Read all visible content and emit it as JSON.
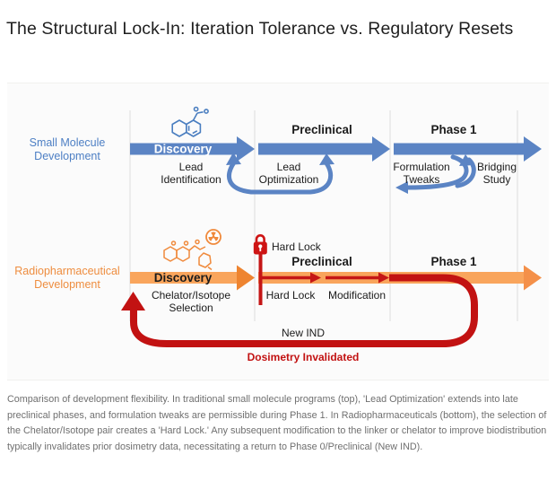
{
  "page": {
    "title": "The Structural Lock-In: Iteration Tolerance vs. Regulatory Resets"
  },
  "colors": {
    "blue": "#5B84C4",
    "blue_label": "#4D7FC4",
    "orange_bar": "#F9A55C",
    "orange_head": "#EE8430",
    "orange_label": "#EE8D3F",
    "red": "#C21212",
    "divider": "#E3E3E3",
    "text_dark": "#1B1B1B",
    "caption_gray": "#6F6F6F"
  },
  "small_molecule": {
    "row_label_1": "Small Molecule",
    "row_label_2": "Development",
    "discovery": "Discovery",
    "phase_preclinical": "Preclinical",
    "phase_1": "Phase 1",
    "lead_identification_1": "Lead",
    "lead_identification_2": "Identification",
    "lead_optimization_1": "Lead",
    "lead_optimization_2": "Optimization",
    "formulation_tweaks_1": "Formulation",
    "formulation_tweaks_2": "Tweaks",
    "bridging_study_1": "Bridging",
    "bridging_study_2": "Study"
  },
  "radiopharma": {
    "row_label_1": "Radiopharmaceutical",
    "row_label_2": "Development",
    "discovery": "Discovery",
    "phase_preclinical": "Preclinical",
    "phase_1": "Phase 1",
    "chelator_1": "Chelator/Isotope",
    "chelator_2": "Selection",
    "hard_lock_top": "Hard Lock",
    "hard_lock_bottom": "Hard Lock",
    "modification": "Modification",
    "new_ind": "New IND",
    "dosimetry": "Dosimetry Invalidated"
  },
  "icons": {
    "molecule": "small-molecule-structure-icon",
    "radiolabeled_molecule": "radiolabeled-molecule-icon",
    "radiation": "radiation-trefoil-icon",
    "lock": "hard-lock-padlock-icon"
  },
  "caption": {
    "text": "Comparison of development flexibility. In traditional small molecule programs (top), 'Lead Optimization' extends into late preclinical phases, and formulation tweaks are permissible during Phase 1. In Radiopharmaceuticals (bottom), the selection of the Chelator/Isotope pair creates a 'Hard Lock.' Any subsequent modification to the linker or chelator to improve biodistribution typically invalidates prior dosimetry data, necessitating a return to Phase 0/Preclinical (New IND)."
  }
}
